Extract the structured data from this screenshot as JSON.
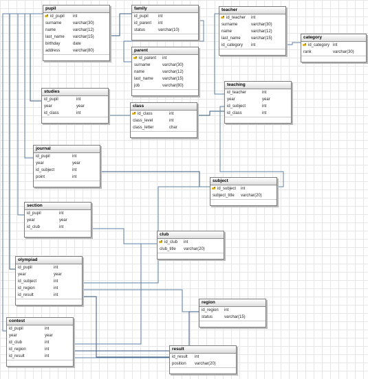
{
  "tables": {
    "pupil": {
      "name": "pupil",
      "fields": [
        {
          "name": "id_pupil",
          "type": "int",
          "pk": true
        },
        {
          "name": "surname",
          "type": "varchar(30)"
        },
        {
          "name": "name",
          "type": "varchar(12)"
        },
        {
          "name": "last_name",
          "type": "varchar(15)"
        },
        {
          "name": "birthday",
          "type": "date"
        },
        {
          "name": "address",
          "type": "varchar(80)"
        }
      ]
    },
    "family": {
      "name": "family",
      "fields": [
        {
          "name": "id_pupil",
          "type": "int"
        },
        {
          "name": "id_parent",
          "type": "int"
        },
        {
          "name": "status",
          "type": "varchar(10)"
        }
      ]
    },
    "parent": {
      "name": "parent",
      "fields": [
        {
          "name": "id_parent",
          "type": "int",
          "pk": true
        },
        {
          "name": "surname",
          "type": "varchar(30)"
        },
        {
          "name": "name",
          "type": "varchar(12)"
        },
        {
          "name": "last_name",
          "type": "varchar(15)"
        },
        {
          "name": "job",
          "type": "varchar(80)"
        }
      ]
    },
    "teacher": {
      "name": "teacher",
      "fields": [
        {
          "name": "id_teacher",
          "type": "int",
          "pk": true
        },
        {
          "name": "surname",
          "type": "varchar(30)"
        },
        {
          "name": "name",
          "type": "varchar(12)"
        },
        {
          "name": "last_name",
          "type": "varchar(15)"
        },
        {
          "name": "id_category",
          "type": "int"
        }
      ]
    },
    "category": {
      "name": "category",
      "fields": [
        {
          "name": "id_category",
          "type": "int",
          "pk": true
        },
        {
          "name": "rank",
          "type": "varchar(30)"
        }
      ]
    },
    "studies": {
      "name": "studies",
      "fields": [
        {
          "name": "id_pupil",
          "type": "int"
        },
        {
          "name": "year",
          "type": "year"
        },
        {
          "name": "id_class",
          "type": "int"
        }
      ]
    },
    "class": {
      "name": "class",
      "fields": [
        {
          "name": "id_class",
          "type": "int",
          "pk": true
        },
        {
          "name": "class_level",
          "type": "int"
        },
        {
          "name": "class_letter",
          "type": "char"
        }
      ]
    },
    "teaching": {
      "name": "teaching",
      "fields": [
        {
          "name": "id_teacher",
          "type": "int"
        },
        {
          "name": "year",
          "type": "year"
        },
        {
          "name": "id_subject",
          "type": "int"
        },
        {
          "name": "id_class",
          "type": "int"
        }
      ]
    },
    "journal": {
      "name": "journal",
      "fields": [
        {
          "name": "id_pupil",
          "type": "int"
        },
        {
          "name": "year",
          "type": "year"
        },
        {
          "name": "id_subject",
          "type": "int"
        },
        {
          "name": "point",
          "type": "int"
        }
      ]
    },
    "subject": {
      "name": "subject",
      "fields": [
        {
          "name": "id_subject",
          "type": "int",
          "pk": true
        },
        {
          "name": "subject_title",
          "type": "varchar(20)"
        }
      ]
    },
    "section": {
      "name": "section",
      "fields": [
        {
          "name": "id_pupil",
          "type": "int"
        },
        {
          "name": "year",
          "type": "year"
        },
        {
          "name": "id_club",
          "type": "int"
        }
      ]
    },
    "club": {
      "name": "club",
      "fields": [
        {
          "name": "id_club",
          "type": "int",
          "pk": true
        },
        {
          "name": "club_title",
          "type": "varchar(20)"
        }
      ]
    },
    "olympiad": {
      "name": "olympiad",
      "fields": [
        {
          "name": "id_pupil",
          "type": "int"
        },
        {
          "name": "year",
          "type": "year"
        },
        {
          "name": "id_subject",
          "type": "int"
        },
        {
          "name": "id_region",
          "type": "int"
        },
        {
          "name": "id_result",
          "type": "int"
        }
      ]
    },
    "region": {
      "name": "region",
      "fields": [
        {
          "name": "id_region",
          "type": "int"
        },
        {
          "name": "status",
          "type": "varchar(15)"
        }
      ]
    },
    "contest": {
      "name": "contest",
      "fields": [
        {
          "name": "id_pupil",
          "type": "int"
        },
        {
          "name": "year",
          "type": "year"
        },
        {
          "name": "id_club",
          "type": "int"
        },
        {
          "name": "id_region",
          "type": "int"
        },
        {
          "name": "id_result",
          "type": "int"
        }
      ]
    },
    "result": {
      "name": "result",
      "fields": [
        {
          "name": "id_result",
          "type": "int"
        },
        {
          "name": "position",
          "type": "varchar(20)"
        }
      ]
    }
  },
  "relationships": [
    {
      "from": "family.id_pupil",
      "to": "pupil.id_pupil"
    },
    {
      "from": "family.id_parent",
      "to": "parent.id_parent"
    },
    {
      "from": "teacher.id_category",
      "to": "category.id_category"
    },
    {
      "from": "studies.id_pupil",
      "to": "pupil.id_pupil"
    },
    {
      "from": "studies.id_class",
      "to": "class.id_class"
    },
    {
      "from": "teaching.id_teacher",
      "to": "teacher.id_teacher"
    },
    {
      "from": "teaching.id_class",
      "to": "class.id_class"
    },
    {
      "from": "teaching.id_subject",
      "to": "subject.id_subject"
    },
    {
      "from": "journal.id_pupil",
      "to": "pupil.id_pupil"
    },
    {
      "from": "journal.id_subject",
      "to": "subject.id_subject"
    },
    {
      "from": "section.id_pupil",
      "to": "pupil.id_pupil"
    },
    {
      "from": "section.id_club",
      "to": "club.id_club"
    },
    {
      "from": "olympiad.id_pupil",
      "to": "pupil.id_pupil"
    },
    {
      "from": "olympiad.id_subject",
      "to": "subject.id_subject"
    },
    {
      "from": "olympiad.id_region",
      "to": "region.id_region"
    },
    {
      "from": "olympiad.id_result",
      "to": "result.id_result"
    },
    {
      "from": "contest.id_pupil",
      "to": "pupil.id_pupil"
    },
    {
      "from": "contest.id_club",
      "to": "club.id_club"
    },
    {
      "from": "contest.id_region",
      "to": "region.id_region"
    },
    {
      "from": "contest.id_result",
      "to": "result.id_result"
    }
  ],
  "colors": {
    "wire": "#5b7fa6",
    "wire_dark": "#33557d",
    "pk_key": "#e0b21f"
  }
}
